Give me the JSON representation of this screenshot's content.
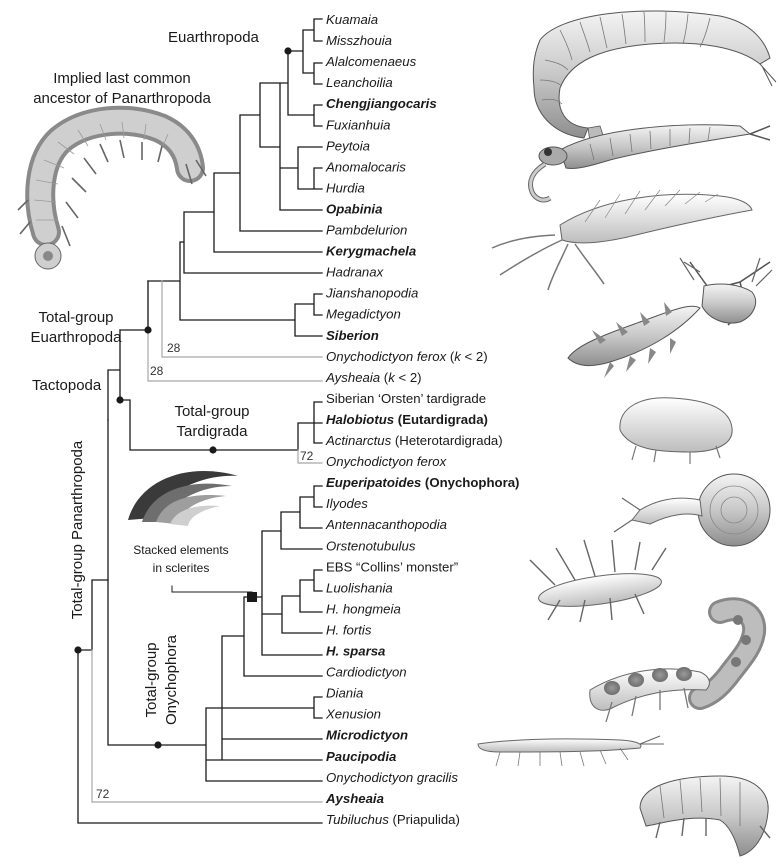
{
  "clades": {
    "euarthropoda": "Euarthropoda",
    "lca_line1": "Implied last common",
    "lca_line2": "ancestor of Panarthropoda",
    "tg_euarthropoda_1": "Total-group",
    "tg_euarthropoda_2": "Euarthropoda",
    "tactopoda": "Tactopoda",
    "tg_tardigrada_1": "Total-group",
    "tg_tardigrada_2": "Tardigrada",
    "tg_panarthropoda": "Total-group Panarthropoda",
    "tg_onychophora_1": "Total-group",
    "tg_onychophora_2": "Onychophora",
    "sclerite_1": "Stacked elements",
    "sclerite_2": "in sclerites"
  },
  "support": {
    "s28a": "28",
    "s28b": "28",
    "s72a": "72",
    "s72b": "72"
  },
  "taxa": [
    {
      "parts": [
        {
          "t": "Kuamaia",
          "i": true
        }
      ]
    },
    {
      "parts": [
        {
          "t": "Misszhouia",
          "i": true
        }
      ]
    },
    {
      "parts": [
        {
          "t": "Alalcomenaeus",
          "i": true
        }
      ]
    },
    {
      "parts": [
        {
          "t": "Leanchoilia",
          "i": true
        }
      ]
    },
    {
      "parts": [
        {
          "t": "Chengjiangocaris",
          "i": true,
          "b": true
        }
      ]
    },
    {
      "parts": [
        {
          "t": "Fuxianhuia",
          "i": true
        }
      ]
    },
    {
      "parts": [
        {
          "t": "Peytoia",
          "i": true
        }
      ]
    },
    {
      "parts": [
        {
          "t": "Anomalocaris",
          "i": true
        }
      ]
    },
    {
      "parts": [
        {
          "t": "Hurdia",
          "i": true
        }
      ]
    },
    {
      "parts": [
        {
          "t": "Opabinia",
          "i": true,
          "b": true
        }
      ]
    },
    {
      "parts": [
        {
          "t": "Pambdelurion",
          "i": true
        }
      ]
    },
    {
      "parts": [
        {
          "t": "Kerygmachela",
          "i": true,
          "b": true
        }
      ]
    },
    {
      "parts": [
        {
          "t": "Hadranax",
          "i": true
        }
      ]
    },
    {
      "parts": [
        {
          "t": "Jianshanopodia",
          "i": true
        }
      ]
    },
    {
      "parts": [
        {
          "t": "Megadictyon",
          "i": true
        }
      ]
    },
    {
      "parts": [
        {
          "t": "Siberion",
          "i": true,
          "b": true
        }
      ]
    },
    {
      "parts": [
        {
          "t": "Onychodictyon ferox",
          "i": true
        },
        {
          "t": " ("
        },
        {
          "t": "k",
          "i": true
        },
        {
          "t": " < 2)"
        }
      ]
    },
    {
      "parts": [
        {
          "t": "Aysheaia",
          "i": true
        },
        {
          "t": " ("
        },
        {
          "t": "k",
          "i": true
        },
        {
          "t": " < 2)"
        }
      ]
    },
    {
      "parts": [
        {
          "t": "Siberian ‘Orsten’ tardigrade"
        }
      ]
    },
    {
      "parts": [
        {
          "t": "Halobiotus",
          "i": true,
          "b": true
        },
        {
          "t": " (Eutardigrada)",
          "b": true
        }
      ]
    },
    {
      "parts": [
        {
          "t": "Actinarctus",
          "i": true
        },
        {
          "t": " (Heterotardigrada)"
        }
      ]
    },
    {
      "parts": [
        {
          "t": "Onychodictyon ferox",
          "i": true
        }
      ]
    },
    {
      "parts": [
        {
          "t": "Euperipatoides",
          "i": true,
          "b": true
        },
        {
          "t": " (Onychophora)",
          "b": true
        }
      ]
    },
    {
      "parts": [
        {
          "t": "Ilyodes",
          "i": true
        }
      ]
    },
    {
      "parts": [
        {
          "t": "Antennacanthopodia",
          "i": true
        }
      ]
    },
    {
      "parts": [
        {
          "t": "Orstenotubulus",
          "i": true
        }
      ]
    },
    {
      "parts": [
        {
          "t": "EBS “Collins’ monster”"
        }
      ]
    },
    {
      "parts": [
        {
          "t": "Luolishania",
          "i": true
        }
      ]
    },
    {
      "parts": [
        {
          "t": "H. hongmeia",
          "i": true
        }
      ]
    },
    {
      "parts": [
        {
          "t": "H. fortis",
          "i": true
        }
      ]
    },
    {
      "parts": [
        {
          "t": "H. sparsa",
          "i": true,
          "b": true
        }
      ]
    },
    {
      "parts": [
        {
          "t": "Cardiodictyon",
          "i": true
        }
      ]
    },
    {
      "parts": [
        {
          "t": "Diania",
          "i": true
        }
      ]
    },
    {
      "parts": [
        {
          "t": "Xenusion",
          "i": true
        }
      ]
    },
    {
      "parts": [
        {
          "t": "Microdictyon",
          "i": true,
          "b": true
        }
      ]
    },
    {
      "parts": [
        {
          "t": "Paucipodia",
          "i": true,
          "b": true
        }
      ]
    },
    {
      "parts": [
        {
          "t": "Onychodictyon gracilis",
          "i": true
        }
      ]
    },
    {
      "parts": [
        {
          "t": "Aysheaia",
          "i": true,
          "b": true
        }
      ]
    },
    {
      "parts": [
        {
          "t": "Tubiluchus",
          "i": true
        },
        {
          "t": " (Priapulida)"
        }
      ]
    }
  ],
  "illustrations": [
    "fuxianhuia-illustration",
    "anomalocaris-illustration",
    "opabinia-illustration",
    "kerygmachela-illustration",
    "siberion-illustration",
    "tardigrade-illustration",
    "onychophoran-illustration",
    "collins-monster-illustration",
    "hallucigenia-illustration",
    "microdictyon-illustration",
    "paucipodia-illustration",
    "aysheaia-illustration",
    "lobopodian-ancestor-illustration",
    "sclerite-illustration"
  ]
}
